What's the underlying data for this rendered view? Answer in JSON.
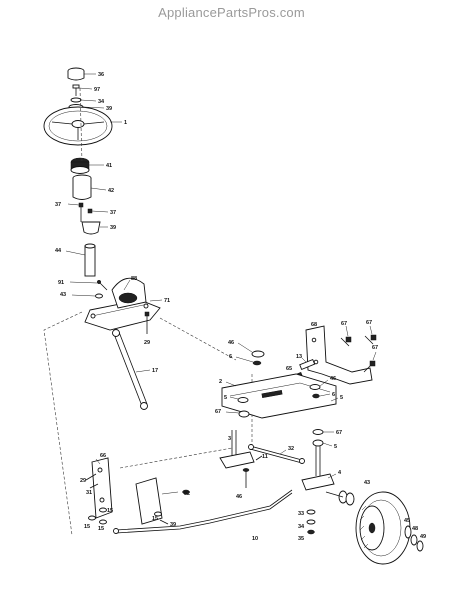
{
  "watermark": "AppliancePartsPros.com",
  "callouts": [
    {
      "id": "c36a",
      "label": "36"
    },
    {
      "id": "c97a",
      "label": "97"
    },
    {
      "id": "c34",
      "label": "34"
    },
    {
      "id": "c39a",
      "label": "39"
    },
    {
      "id": "c1",
      "label": "1"
    },
    {
      "id": "c41",
      "label": "41"
    },
    {
      "id": "c42",
      "label": "42"
    },
    {
      "id": "c37a",
      "label": "37"
    },
    {
      "id": "c37b",
      "label": "37"
    },
    {
      "id": "c39b",
      "label": "39"
    },
    {
      "id": "c44",
      "label": "44"
    },
    {
      "id": "c91",
      "label": "91"
    },
    {
      "id": "c88",
      "label": "88"
    },
    {
      "id": "c43a",
      "label": "43"
    },
    {
      "id": "c71",
      "label": "71"
    },
    {
      "id": "c29a",
      "label": "29"
    },
    {
      "id": "c17",
      "label": "17"
    },
    {
      "id": "c46a",
      "label": "46"
    },
    {
      "id": "c6a",
      "label": "6"
    },
    {
      "id": "c68",
      "label": "68"
    },
    {
      "id": "c67a",
      "label": "67"
    },
    {
      "id": "c67b",
      "label": "67"
    },
    {
      "id": "c13",
      "label": "13"
    },
    {
      "id": "c65",
      "label": "65"
    },
    {
      "id": "c67c",
      "label": "67"
    },
    {
      "id": "c2",
      "label": "2"
    },
    {
      "id": "c46b",
      "label": "46"
    },
    {
      "id": "c6b",
      "label": "6"
    },
    {
      "id": "c5a",
      "label": "5"
    },
    {
      "id": "c67d",
      "label": "67"
    },
    {
      "id": "c5b",
      "label": "5"
    },
    {
      "id": "c67e",
      "label": "67"
    },
    {
      "id": "c5c",
      "label": "5"
    },
    {
      "id": "c3",
      "label": "3"
    },
    {
      "id": "c32",
      "label": "32"
    },
    {
      "id": "c11",
      "label": "11"
    },
    {
      "id": "c4",
      "label": "4"
    },
    {
      "id": "c66",
      "label": "66"
    },
    {
      "id": "c29b",
      "label": "29"
    },
    {
      "id": "c31",
      "label": "31"
    },
    {
      "id": "c82",
      "label": "82"
    },
    {
      "id": "c46c",
      "label": "46"
    },
    {
      "id": "c43b",
      "label": "43"
    },
    {
      "id": "c33",
      "label": "33"
    },
    {
      "id": "c15a",
      "label": "15"
    },
    {
      "id": "c15b",
      "label": "15"
    },
    {
      "id": "c15c",
      "label": "15"
    },
    {
      "id": "c15d",
      "label": "15"
    },
    {
      "id": "c39c",
      "label": "39"
    },
    {
      "id": "c10",
      "label": "10"
    },
    {
      "id": "c34b",
      "label": "34"
    },
    {
      "id": "c35",
      "label": "35"
    },
    {
      "id": "c45",
      "label": "45"
    },
    {
      "id": "c48",
      "label": "48"
    },
    {
      "id": "c49",
      "label": "49"
    }
  ]
}
